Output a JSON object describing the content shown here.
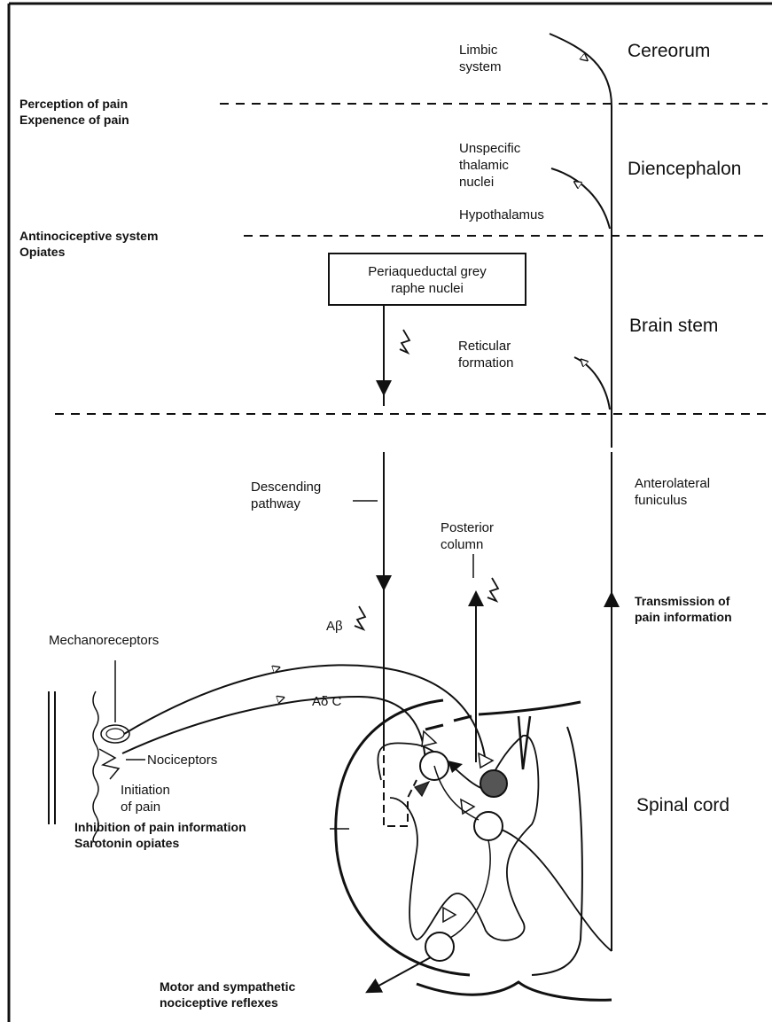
{
  "regions": {
    "cerebrum": "Cereorum",
    "diencephalon": "Diencephalon",
    "brain_stem": "Brain stem",
    "spinal_cord": "Spinal cord"
  },
  "left_notes": {
    "perception": "Perception of pain",
    "experience": "Expenence of pain",
    "antinociceptive": "Antinociceptive system",
    "opiates": "Opiates",
    "inhibition": "Inhibition of pain information",
    "serotonin": "Sarotonin opiates",
    "motor_line1": "Motor and sympathetic",
    "motor_line2": "nociceptive reflexes"
  },
  "structures": {
    "limbic_line1": "Limbic",
    "limbic_line2": "system",
    "unspecific_line1": "Unspecific",
    "unspecific_line2": "thalamic",
    "unspecific_line3": "nuclei",
    "hypothalamus": "Hypothalamus",
    "pag_line1": "Periaqueductal grey",
    "pag_line2": "raphe nuclei",
    "reticular_line1": "Reticular",
    "reticular_line2": "formation",
    "descending_line1": "Descending",
    "descending_line2": "pathway",
    "anterolateral_line1": "Anterolateral",
    "anterolateral_line2": "funiculus",
    "posterior_line1": "Posterior",
    "posterior_line2": "column",
    "transmission_line1": "Transmission of",
    "transmission_line2": "pain information",
    "abeta": "Aβ",
    "adelta_c": "Aδ C",
    "mechanoreceptors": "Mechanoreceptors",
    "nociceptors": "Nociceptors",
    "initiation_line1": "Initiation",
    "initiation_line2": "of pain"
  }
}
